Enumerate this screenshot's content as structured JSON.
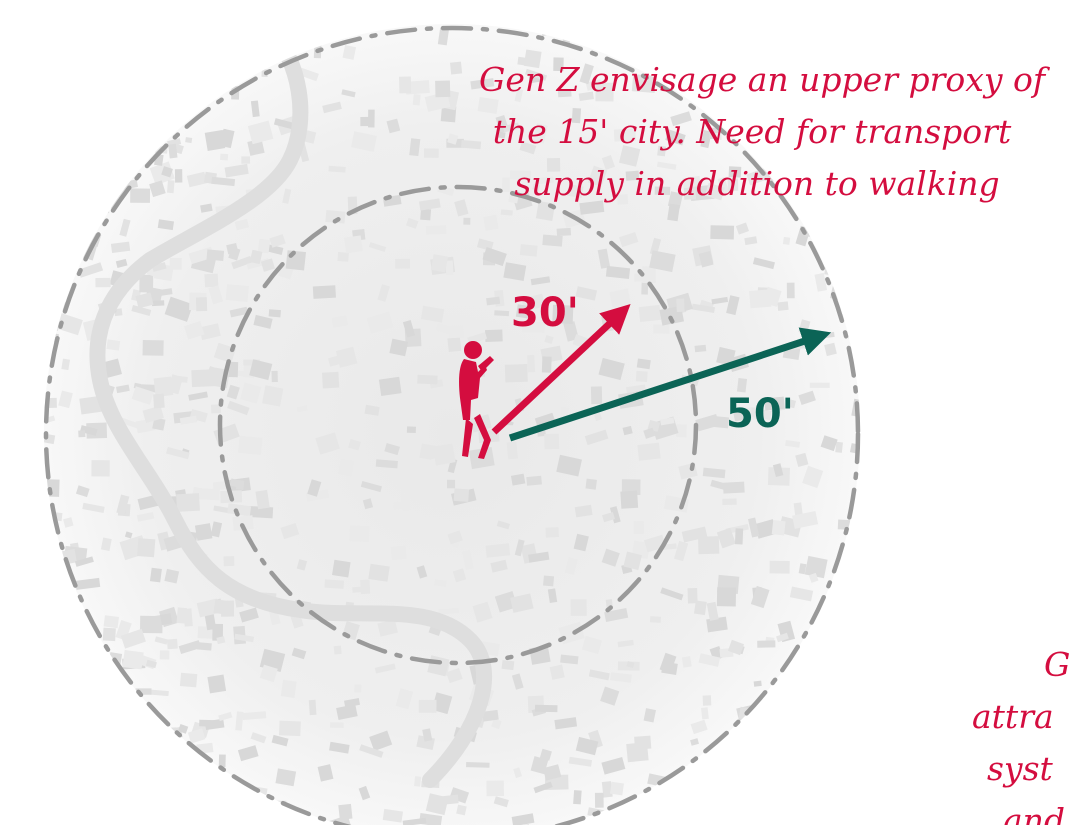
{
  "annotation_top": {
    "lines": [
      "Gen Z envisage an upper proxy of",
      "the 15' city. Need for transport",
      "supply in addition to walking"
    ]
  },
  "annotation_bottom_right": {
    "lines": [
      "G",
      "attra",
      "syst",
      "and"
    ]
  },
  "arrows": {
    "inner": {
      "label": "30'",
      "color": "#d40d3f"
    },
    "outer": {
      "label": "50'",
      "color": "#0b6456"
    }
  },
  "person": {
    "icon": "walking-person-icon",
    "color": "#d40d3f"
  },
  "rings": {
    "color": "#9a9a9a"
  },
  "map": {
    "icon": "city-map-background",
    "base_color": "#ededed"
  }
}
